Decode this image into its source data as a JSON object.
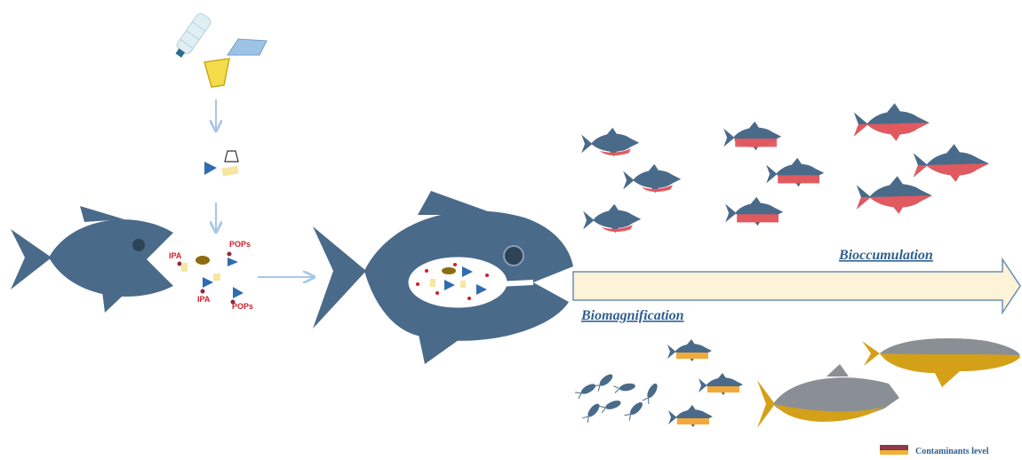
{
  "labels": {
    "ipa_top": "IPA",
    "pops_top": "POPs",
    "ipa_bottom": "IPA",
    "pops_bottom": "POPs",
    "bioaccumulation": "Bioccumulation",
    "biomagnification": "Biomagnification",
    "legend": "Contaminants level"
  },
  "colors": {
    "fish_body": "#4a6a8a",
    "contaminant_red": "#e05a5f",
    "contaminant_orange": "#f2a93b",
    "flow_arrow": "#a9c7e6",
    "big_arrow_fill": "#fdf3d8",
    "big_arrow_stroke": "#6a8fb5",
    "legend_top": "#8b3a4a",
    "legend_bottom": "#f2b134",
    "label_red": "#d0202a",
    "title_blue": "#2f5f8f"
  }
}
